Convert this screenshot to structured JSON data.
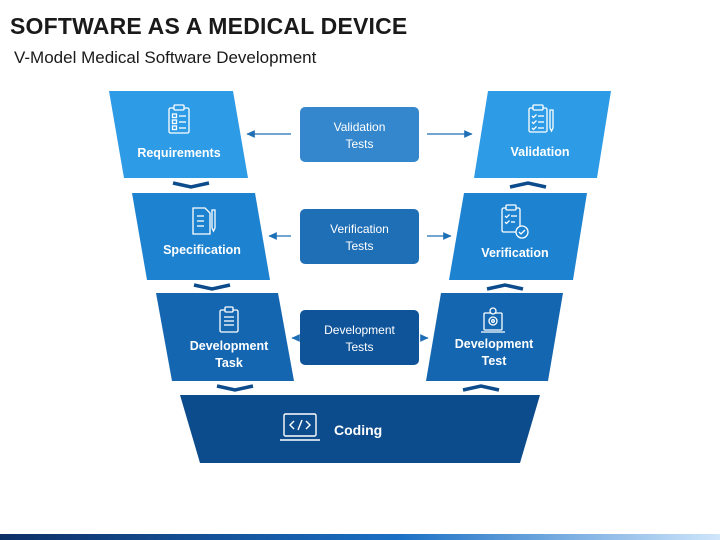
{
  "title": "SOFTWARE AS A MEDICAL DEVICE",
  "subtitle": "V-Model Medical Software Development",
  "left_stages": [
    {
      "label_lines": [
        "Requirements"
      ],
      "icon": "clipboard-list-icon"
    },
    {
      "label_lines": [
        "Specification"
      ],
      "icon": "document-pen-icon"
    },
    {
      "label_lines": [
        "Development",
        "Task"
      ],
      "icon": "task-list-icon"
    }
  ],
  "right_stages": [
    {
      "label_lines": [
        "Validation"
      ],
      "icon": "clipboard-check-pen-icon"
    },
    {
      "label_lines": [
        "Verification"
      ],
      "icon": "clipboard-verified-icon"
    },
    {
      "label_lines": [
        "Development",
        "Test"
      ],
      "icon": "test-gear-icon"
    }
  ],
  "tests": [
    {
      "label_lines": [
        "Validation",
        "Tests"
      ]
    },
    {
      "label_lines": [
        "Verification",
        "Tests"
      ]
    },
    {
      "label_lines": [
        "Development",
        "Tests"
      ]
    }
  ],
  "coding": {
    "label": "Coding",
    "icon": "code-laptop-icon"
  },
  "colors": {
    "level1": "#2e9be6",
    "level2": "#1d82cf",
    "level3": "#1466b0",
    "coding": "#0d4c8c",
    "test1": "#3487cc",
    "test2": "#1f6fb7",
    "test3": "#0f5499",
    "arrow": "#1f6fb7",
    "chevron": "#0d4c8c"
  }
}
